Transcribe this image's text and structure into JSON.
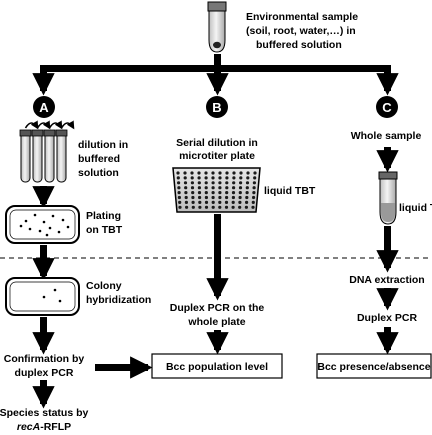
{
  "sample": {
    "line1": "Environmental sample",
    "line2": "(soil, root, water,…) in",
    "line3": "buffered solution"
  },
  "branches": {
    "a": {
      "badge": "A"
    },
    "b": {
      "badge": "B"
    },
    "c": {
      "badge": "C"
    }
  },
  "steps": {
    "dilution_line1": "dilution in",
    "dilution_line2": "buffered",
    "dilution_line3": "solution",
    "plating_line1": "Plating",
    "plating_line2": "on TBT",
    "colony_line1": "Colony",
    "colony_line2": "hybridization",
    "confirm_line1": "Confirmation by",
    "confirm_line2": "duplex PCR",
    "species_line1": "Species status by",
    "species_line2_italic": "recA",
    "species_line2_rest": "-RFLP",
    "serial_line1": "Serial dilution in",
    "serial_line2": "microtiter plate",
    "liquid_tbt_b": "liquid TBT",
    "duplex_plate_line1": "Duplex PCR on the",
    "duplex_plate_line2": "whole plate",
    "whole_sample": "Whole sample",
    "liquid_tbt_c": "liquid TBT",
    "dna_extraction": "DNA extraction",
    "duplex_pcr": "Duplex PCR"
  },
  "results": {
    "population": "Bcc population level",
    "presence": "Bcc presence/absence"
  }
}
